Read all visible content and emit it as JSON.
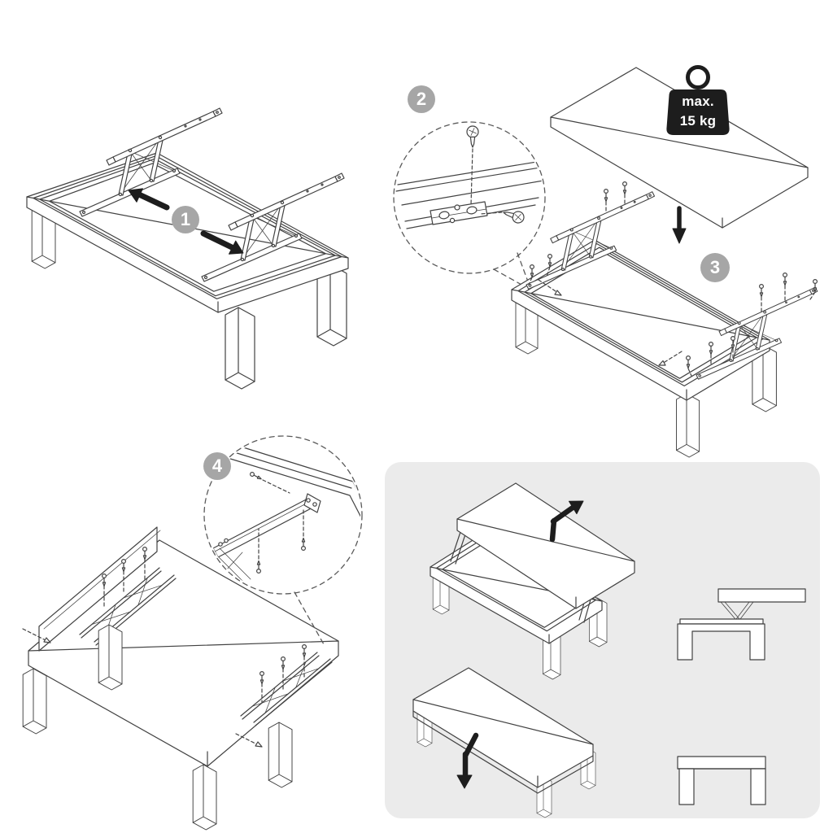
{
  "steps": [
    {
      "number": "1"
    },
    {
      "number": "2"
    },
    {
      "number": "3"
    },
    {
      "number": "4"
    }
  ],
  "weight_badge": {
    "line1": "max.",
    "line2": "15 kg"
  },
  "colors": {
    "line_art": "#424242",
    "black": "#1d1d1d",
    "step_badge": "#a6a6a6",
    "badge_text": "#ffffff",
    "panel_background": "#ebebeb"
  },
  "icons": {
    "weight": "max-load-weight-icon",
    "detail_circle": "zoom-detail-circle",
    "screw": "screw-icon",
    "direction_arrow": "direction-arrow-icon"
  }
}
